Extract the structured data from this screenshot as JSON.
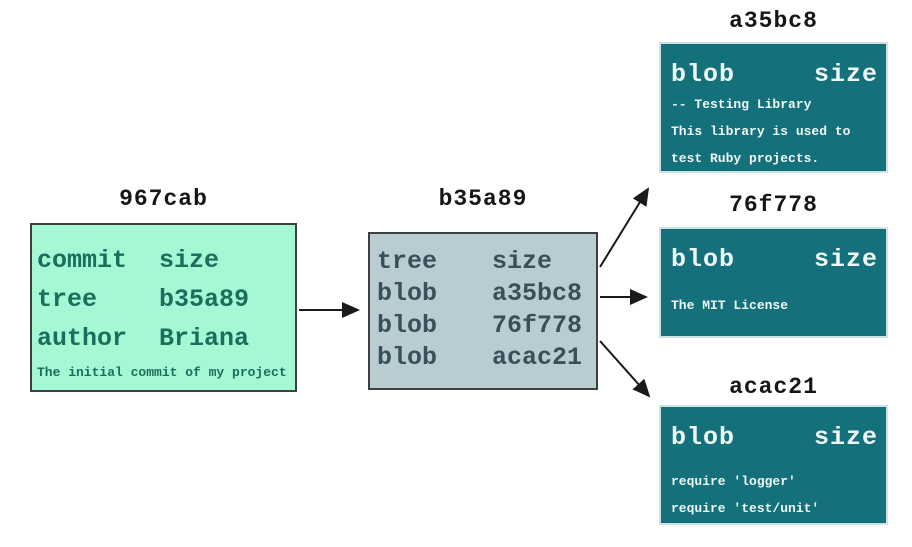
{
  "colors": {
    "background": "#ffffff",
    "commit_fill": "#a4f8d4",
    "commit_text": "#1a6e5c",
    "tree_fill": "#b9ccd1",
    "tree_text": "#39505a",
    "blob_fill": "#14707a",
    "blob_text": "#eef8f7",
    "blob_border": "#cde2e5",
    "box_border": "#3f3f3f",
    "title_text": "#161616",
    "arrow": "#1a1a1a"
  },
  "commit": {
    "title": "967cab",
    "rows": [
      {
        "key": "commit",
        "value": "size"
      },
      {
        "key": "tree",
        "value": "b35a89"
      },
      {
        "key": "author",
        "value": "Briana"
      }
    ],
    "note": "The initial commit of my project"
  },
  "tree": {
    "title": "b35a89",
    "rows": [
      {
        "key": "tree",
        "value": "size"
      },
      {
        "key": "blob",
        "value": "a35bc8"
      },
      {
        "key": "blob",
        "value": "76f778"
      },
      {
        "key": "blob",
        "value": "acac21"
      }
    ]
  },
  "blobs": [
    {
      "title": "a35bc8",
      "header_left": "blob",
      "header_right": "size",
      "lines": [
        "-- Testing Library",
        "This library is used to",
        "test Ruby projects."
      ]
    },
    {
      "title": "76f778",
      "header_left": "blob",
      "header_right": "size",
      "lines": [
        "The MIT License"
      ]
    },
    {
      "title": "acac21",
      "header_left": "blob",
      "header_right": "size",
      "lines": [
        "require 'logger'",
        "require 'test/unit'"
      ]
    }
  ]
}
